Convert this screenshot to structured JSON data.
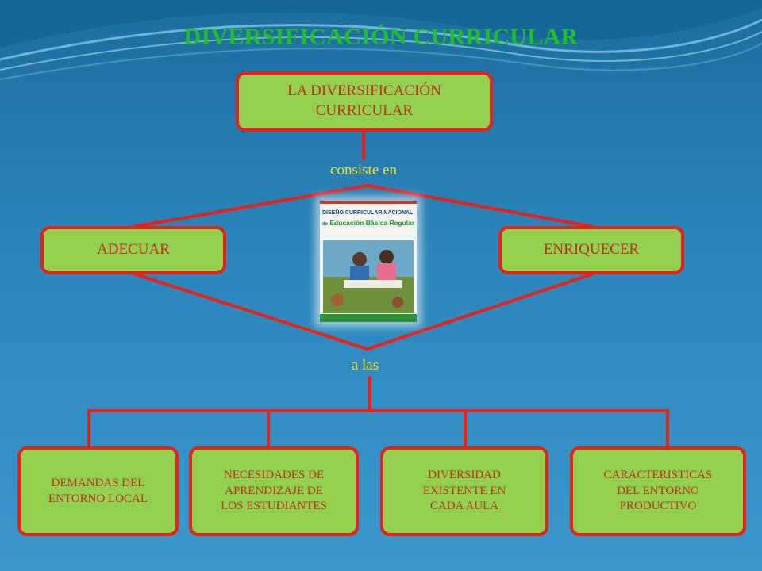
{
  "title": "DIVERSIFICACIÓN CURRICULAR",
  "root": {
    "line1": "LA DIVERSIFICACIÓN",
    "line2": "CURRICULAR"
  },
  "connector_top": "consiste en",
  "connector_bottom": "a las",
  "left_action": "ADECUAR",
  "right_action": "ENRIQUECER",
  "book": {
    "title_line1": "DISEÑO CURRICULAR NACIONAL",
    "title_line2_prefix": "de",
    "title_line2": "Educación Básica Regular"
  },
  "targets": [
    {
      "line1": "DEMANDAS DEL",
      "line2": "ENTORNO LOCAL",
      "line3": ""
    },
    {
      "line1": "NECESIDADES DE",
      "line2": "APRENDIZAJE DE",
      "line3": "LOS ESTUDIANTES"
    },
    {
      "line1": "DIVERSIDAD",
      "line2": "EXISTENTE EN",
      "line3": "CADA AULA"
    },
    {
      "line1": "CARACTERISTICAS",
      "line2": "DEL ENTORNO",
      "line3": "PRODUCTIVO"
    }
  ],
  "colors": {
    "title": "#1fbf2a",
    "box_fill": "#92d050",
    "box_border": "#e8211d",
    "box_text": "#c0301f",
    "connector_text": "#f2e11f",
    "lines": "#e8211d"
  }
}
